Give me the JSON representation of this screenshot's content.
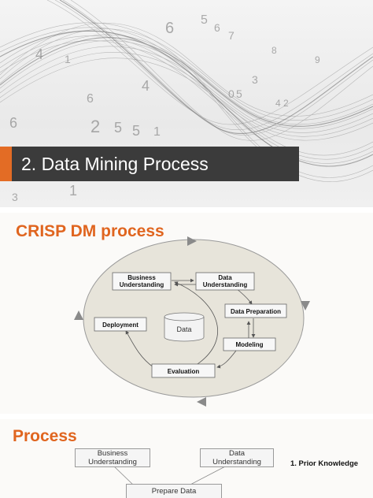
{
  "slide1": {
    "title": "2. Data Mining Process",
    "background_digits": [
      "4",
      "1",
      "6",
      "6",
      "4",
      "2",
      "5",
      "5",
      "1",
      "3",
      "1",
      "5",
      "6",
      "7",
      "0",
      "5",
      "8",
      "3",
      "4",
      "2",
      "6",
      "9"
    ],
    "accent_color": "#e36c25",
    "bar_color": "#3b3b3b"
  },
  "slide2": {
    "heading": "CRISP DM process",
    "boxes": {
      "business_understanding": [
        "Business",
        "Understanding"
      ],
      "data_understanding": [
        "Data",
        "Understanding"
      ],
      "data_preparation": "Data Preparation",
      "modeling": "Modeling",
      "evaluation": "Evaluation",
      "deployment": "Deployment",
      "data_store": "Data"
    }
  },
  "slide3": {
    "heading": "Process",
    "boxes": {
      "business_understanding": [
        "Business",
        "Understanding"
      ],
      "data_understanding": [
        "Data",
        "Understanding"
      ],
      "prepare_data": "Prepare Data"
    },
    "step_label": "1. Prior Knowledge"
  }
}
